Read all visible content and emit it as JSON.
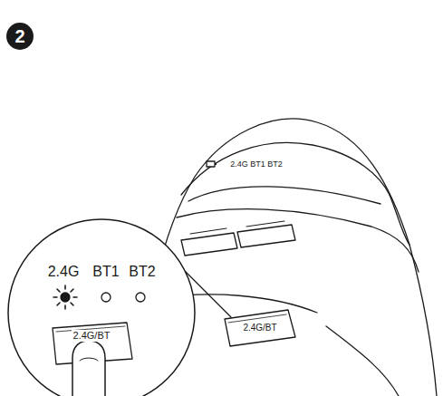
{
  "diagram": {
    "labels": [
      "2",
      "2.4G BT1 BT2",
      "2.4G/BT",
      "2.4G",
      "BT1",
      "BT2",
      "2.4G/BT"
    ]
  }
}
